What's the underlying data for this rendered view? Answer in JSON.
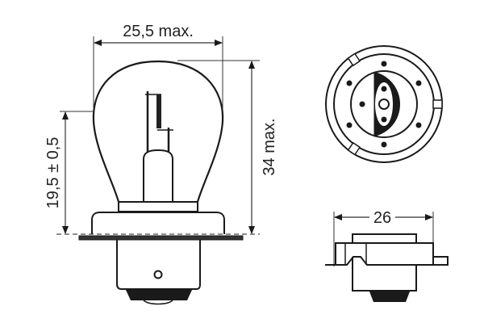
{
  "title": "Bulb technical drawing",
  "dimensions": {
    "width_label": "25,5 max.",
    "height_label": "34 max.",
    "focal_label": "19,5 ± 0,5",
    "base_width_label": "26"
  },
  "views": [
    "side-view",
    "bottom-view",
    "base-side-view"
  ],
  "colors": {
    "line": "#1a1a1a",
    "background": "#ffffff"
  }
}
